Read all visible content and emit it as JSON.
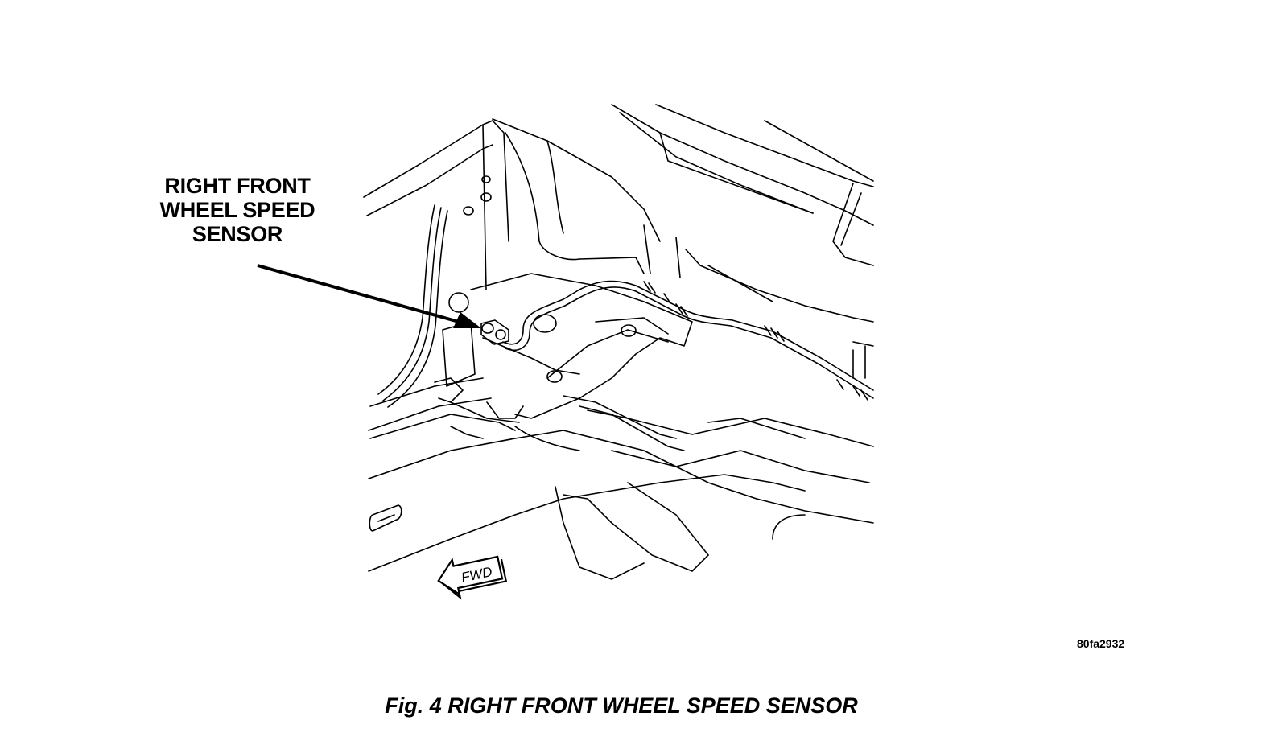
{
  "figure": {
    "callout": {
      "line1": "RIGHT FRONT",
      "line2": "WHEEL SPEED",
      "line3": "SENSOR"
    },
    "direction_marker": "FWD",
    "reference_code": "80fa2932",
    "caption": "Fig. 4 RIGHT FRONT WHEEL SPEED SENSOR"
  },
  "colors": {
    "ink": "#000000",
    "paper": "#ffffff"
  }
}
